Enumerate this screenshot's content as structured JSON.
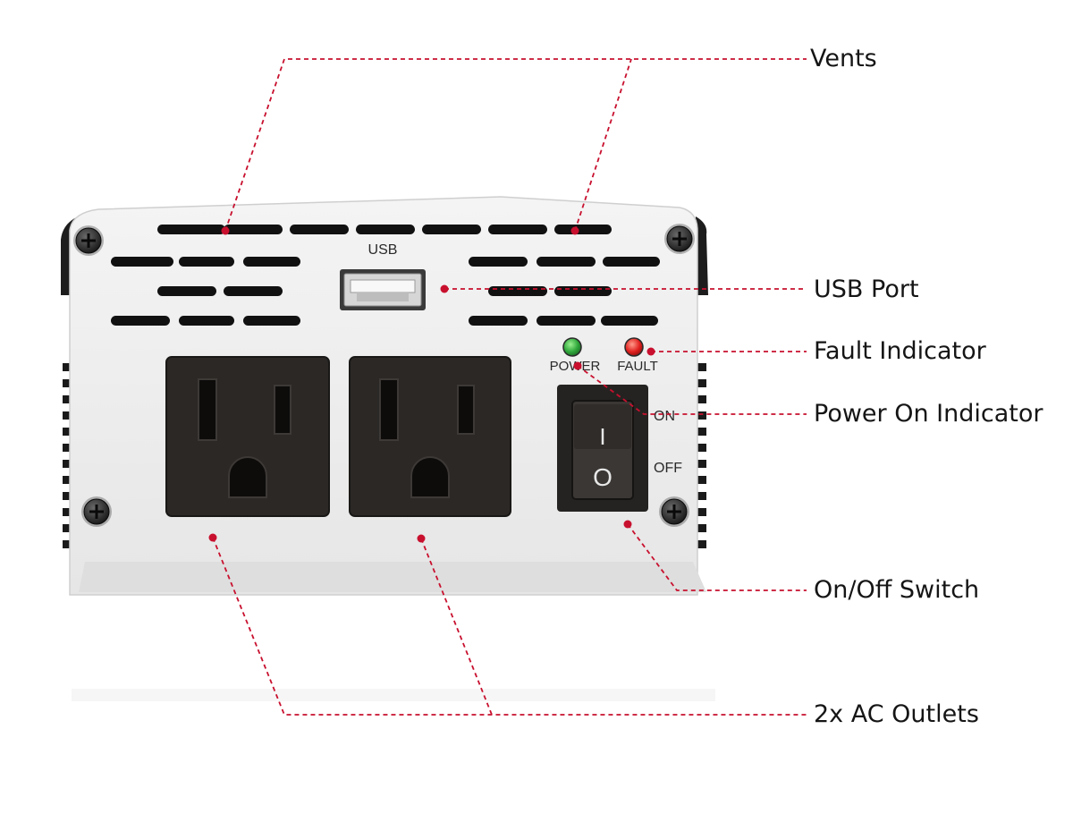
{
  "colors": {
    "leader_line": "#c8102e",
    "panel_face": "#eeeeee",
    "outlet": "#2b2826",
    "power_led": "#2ea63a",
    "fault_led": "#e0201e"
  },
  "panel": {
    "usb_label": "USB",
    "power_label": "POWER",
    "fault_label": "FAULT",
    "on_label": "ON",
    "off_label": "OFF",
    "rocker_on_symbol": "I",
    "rocker_off_symbol": "O"
  },
  "callouts": {
    "vents": "Vents",
    "usb_port": "USB Port",
    "fault_indicator": "Fault Indicator",
    "power_on_indicator": "Power On Indicator",
    "on_off_switch": "On/Off Switch",
    "ac_outlets": "2x AC Outlets"
  }
}
